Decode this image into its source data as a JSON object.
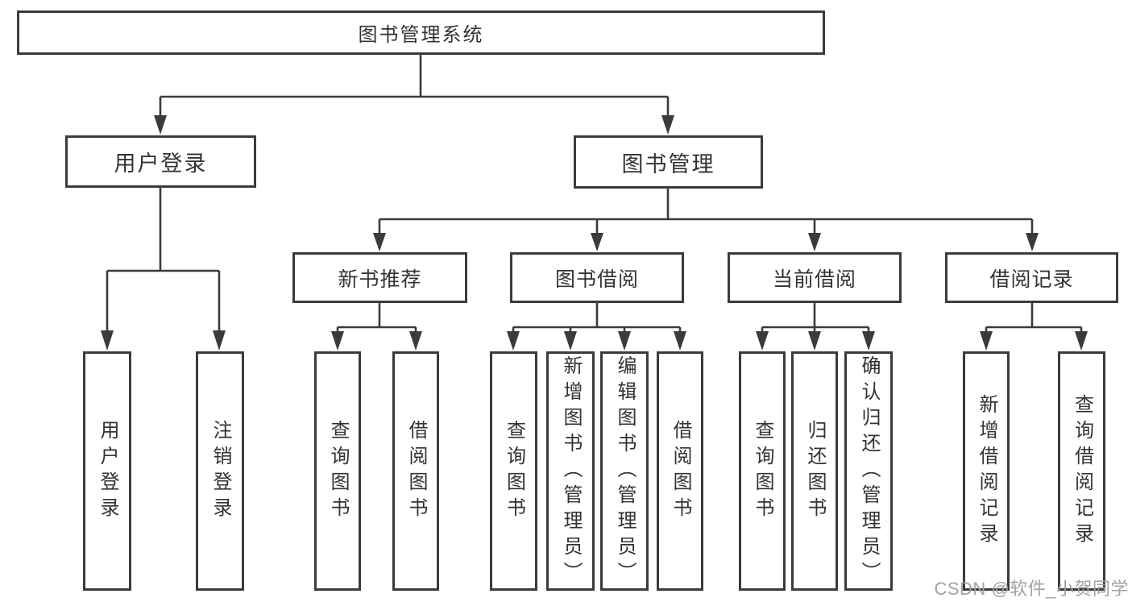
{
  "diagram": {
    "title": "图书管理系统",
    "level2": {
      "user_login": "用户登录",
      "book_management": "图书管理"
    },
    "level3": {
      "new_books": "新书推荐",
      "book_borrow": "图书借阅",
      "current_borrow": "当前借阅",
      "borrow_records": "借阅记录"
    },
    "leaves": {
      "user_login": "用户登录",
      "logout": "注销登录",
      "nb_query": "查询图书",
      "nb_borrow": "借阅图书",
      "bw_query": "查询图书",
      "bw_add": "新增图书（管理员）",
      "bw_edit": "编辑图书（管理员）",
      "bw_borrow": "借阅图书",
      "cur_query": "查询图书",
      "cur_return": "归还图书",
      "cur_confirm": "确认归还（管理员）",
      "rec_add": "新增借阅记录",
      "rec_query": "查询借阅记录"
    }
  },
  "watermark": "CSDN @软件_小贺同学",
  "colors": {
    "line": "#3b3b3b",
    "text": "#333333",
    "watermark": "#a2a2a2",
    "background": "#ffffff"
  }
}
